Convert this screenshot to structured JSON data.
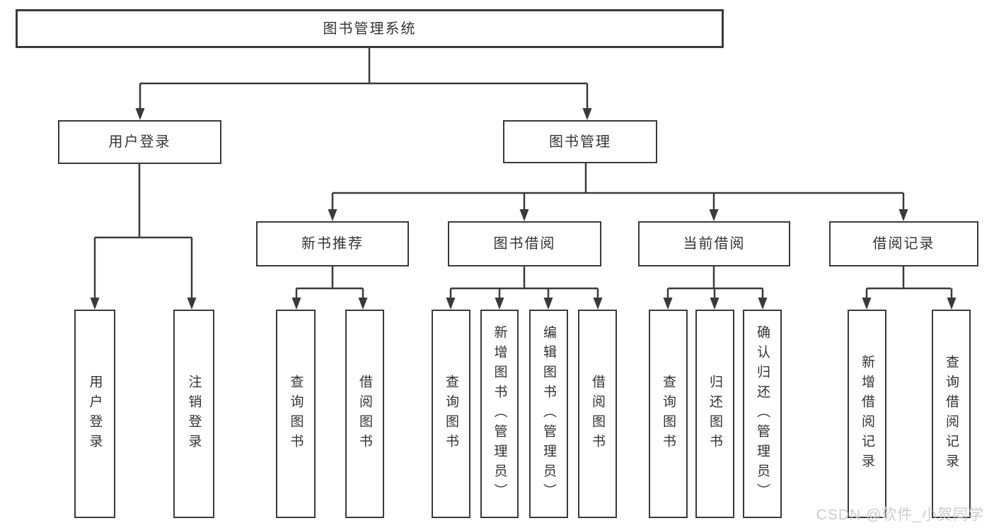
{
  "title": "图书管理系统",
  "watermark": {
    "text": "CSDN @软件_小贺同学"
  },
  "colors": {
    "line": "#3a3a3a",
    "border": "#3a3a3a",
    "text": "#333333",
    "watermark_text": "#cbcbcb",
    "background": "#ffffff"
  },
  "diagram": {
    "type": "tree",
    "nodes": [
      {
        "id": "root",
        "name": "node-library-management-system",
        "label": "图书管理系统",
        "level": 1,
        "parent": null
      },
      {
        "id": "user-login",
        "name": "branch-user-login",
        "label": "用户登录",
        "level": 2,
        "parent": "root"
      },
      {
        "id": "book-management",
        "name": "branch-book-management",
        "label": "图书管理",
        "level": 2,
        "parent": "root"
      },
      {
        "id": "new-book-rec",
        "name": "branch-new-book-recommendation",
        "label": "新书推荐",
        "level": 3,
        "parent": "book-management"
      },
      {
        "id": "book-borrowing",
        "name": "branch-book-borrowing",
        "label": "图书借阅",
        "level": 3,
        "parent": "book-management"
      },
      {
        "id": "current-borrowing",
        "name": "branch-current-borrowing",
        "label": "当前借阅",
        "level": 3,
        "parent": "book-management"
      },
      {
        "id": "borrowing-records",
        "name": "branch-borrowing-records",
        "label": "借阅记录",
        "level": 3,
        "parent": "book-management"
      },
      {
        "id": "leaf-user-login",
        "name": "leaf-user-login",
        "label": "用户登录",
        "level": 4,
        "parent": "user-login"
      },
      {
        "id": "leaf-logout",
        "name": "leaf-logout",
        "label": "注销登录",
        "level": 4,
        "parent": "user-login"
      },
      {
        "id": "leaf-query-books-1",
        "name": "leaf-query-books",
        "label": "查询图书",
        "level": 4,
        "parent": "new-book-rec"
      },
      {
        "id": "leaf-borrow-books-1",
        "name": "leaf-borrow-books",
        "label": "借阅图书",
        "level": 4,
        "parent": "new-book-rec"
      },
      {
        "id": "leaf-query-books-2",
        "name": "leaf-query-books",
        "label": "查询图书",
        "level": 4,
        "parent": "book-borrowing"
      },
      {
        "id": "leaf-add-books",
        "name": "leaf-add-books-admin",
        "label": "新增图书（管理员）",
        "level": 4,
        "parent": "book-borrowing"
      },
      {
        "id": "leaf-edit-books",
        "name": "leaf-edit-books-admin",
        "label": "编辑图书（管理员）",
        "level": 4,
        "parent": "book-borrowing"
      },
      {
        "id": "leaf-borrow-books-2",
        "name": "leaf-borrow-books",
        "label": "借阅图书",
        "level": 4,
        "parent": "book-borrowing"
      },
      {
        "id": "leaf-query-books-3",
        "name": "leaf-query-books",
        "label": "查询图书",
        "level": 4,
        "parent": "current-borrowing"
      },
      {
        "id": "leaf-return-books",
        "name": "leaf-return-books",
        "label": "归还图书",
        "level": 4,
        "parent": "current-borrowing"
      },
      {
        "id": "leaf-confirm-return",
        "name": "leaf-confirm-return-admin",
        "label": "确认归还（管理员）",
        "level": 4,
        "parent": "current-borrowing"
      },
      {
        "id": "leaf-add-borrow-record",
        "name": "leaf-add-borrowing-record",
        "label": "新增借阅记录",
        "level": 4,
        "parent": "borrowing-records"
      },
      {
        "id": "leaf-query-borrow-record",
        "name": "leaf-query-borrowing-record",
        "label": "查询借阅记录",
        "level": 4,
        "parent": "borrowing-records"
      }
    ]
  }
}
